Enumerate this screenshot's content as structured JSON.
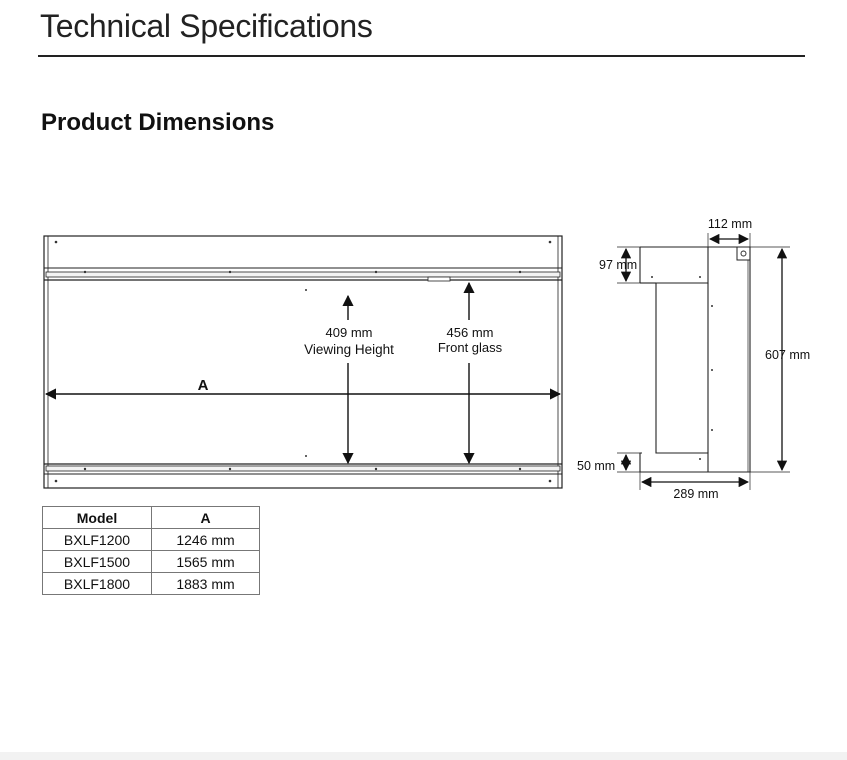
{
  "header": {
    "title": "Technical Specifications"
  },
  "section": {
    "title": "Product Dimensions"
  },
  "front_view": {
    "width_label": "A",
    "viewing_height_value": "409 mm",
    "viewing_height_caption": "Viewing Height",
    "front_glass_value": "456 mm",
    "front_glass_caption": "Front glass"
  },
  "side_view": {
    "top_depth": "112 mm",
    "top_offset": "97 mm",
    "total_height": "607 mm",
    "bottom_offset": "50 mm",
    "bottom_depth": "289 mm"
  },
  "table": {
    "headers": [
      "Model",
      "A"
    ],
    "rows": [
      [
        "BXLF1200",
        "1246 mm"
      ],
      [
        "BXLF1500",
        "1565 mm"
      ],
      [
        "BXLF1800",
        "1883 mm"
      ]
    ]
  }
}
